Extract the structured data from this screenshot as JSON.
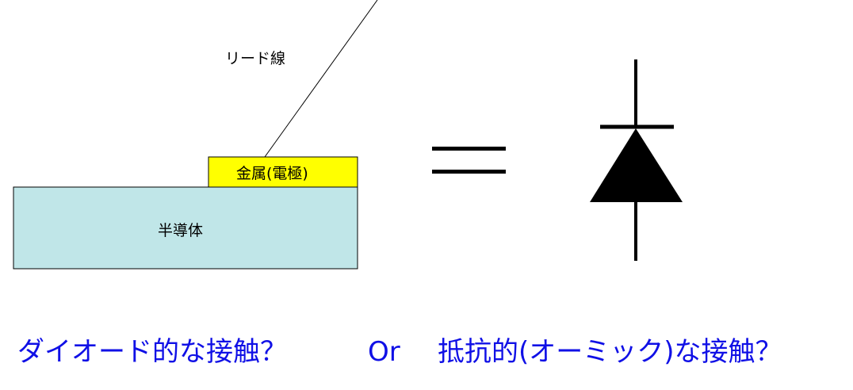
{
  "labels": {
    "lead_wire": "リード線",
    "metal": "金属(電極)",
    "semiconductor": "半導体"
  },
  "caption": {
    "diode_contact": "ダイオード的な接触？",
    "or": "Or",
    "ohmic_contact": "抵抗的(オーミック)な接触？"
  },
  "colors": {
    "metal_fill": "#ffff00",
    "semiconductor_fill": "#c0e6e8",
    "caption_text": "#1010e6",
    "diode_symbol": "#000000"
  },
  "icons": {
    "equals": "equals-sign-icon",
    "diode": "diode-symbol-icon"
  }
}
